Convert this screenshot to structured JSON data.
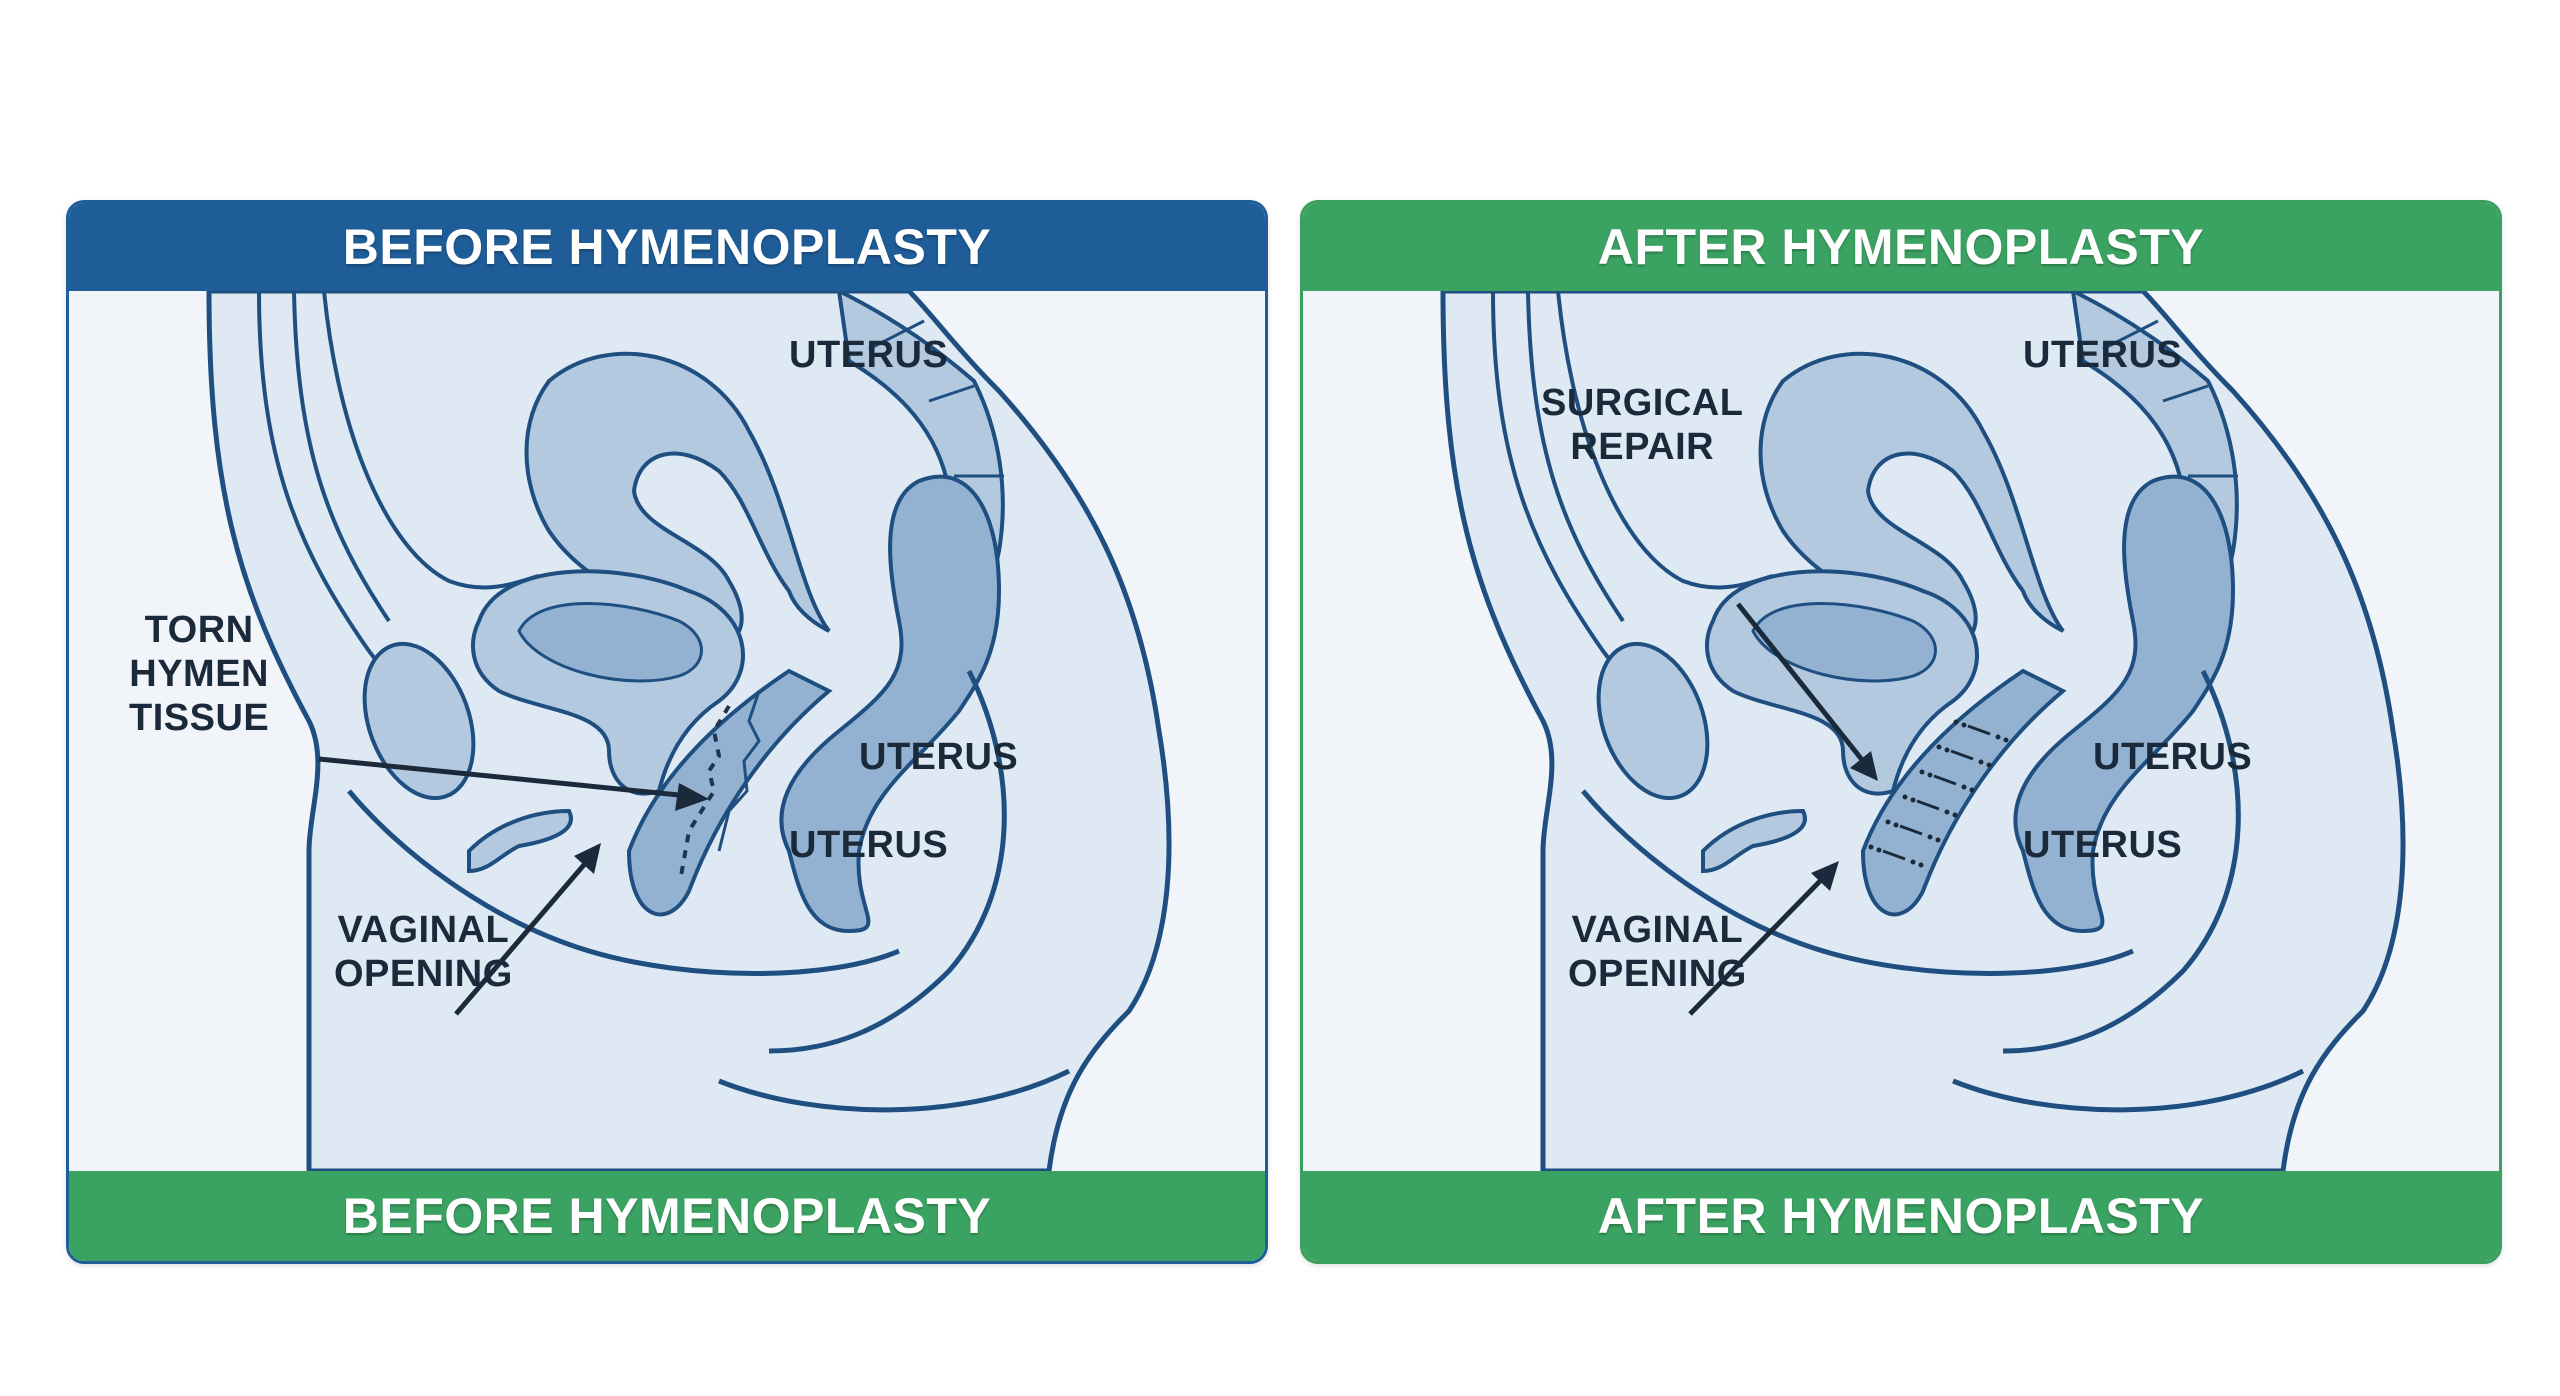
{
  "figure": {
    "colors": {
      "before_header": "#1f5d98",
      "green_banner": "#3ba362",
      "outline": "#1e4f80",
      "tissue_light": "#dfe9f3",
      "tissue_mid": "#b3c9df",
      "tissue_dark": "#93b2d1",
      "label_text": "#1b2a3a"
    }
  },
  "panels": [
    {
      "id": "before",
      "header": "BEFORE HYMENOPLASTY",
      "footer": "BEFORE HYMENOPLASTY",
      "labels": {
        "uterus_top": "UTERUS",
        "uterus_mid": "UTERUS",
        "uterus_bottom": "UTERUS",
        "annotation_primary": [
          "TORN",
          "HYMEN",
          "TISSUE"
        ],
        "annotation_secondary": [
          "VAGINAL",
          "OPENING"
        ]
      },
      "marker": "dotted-torn-edge"
    },
    {
      "id": "after",
      "header": "AFTER HYMENOPLASTY",
      "footer": "AFTER HYMENOPLASTY",
      "labels": {
        "uterus_top": "UTERUS",
        "uterus_mid": "UTERUS",
        "uterus_bottom": "UTERUS",
        "annotation_primary": [
          "SURGICAL",
          "REPAIR"
        ],
        "annotation_secondary": [
          "VAGINAL",
          "OPENING"
        ]
      },
      "marker": "suture-stitches"
    }
  ]
}
